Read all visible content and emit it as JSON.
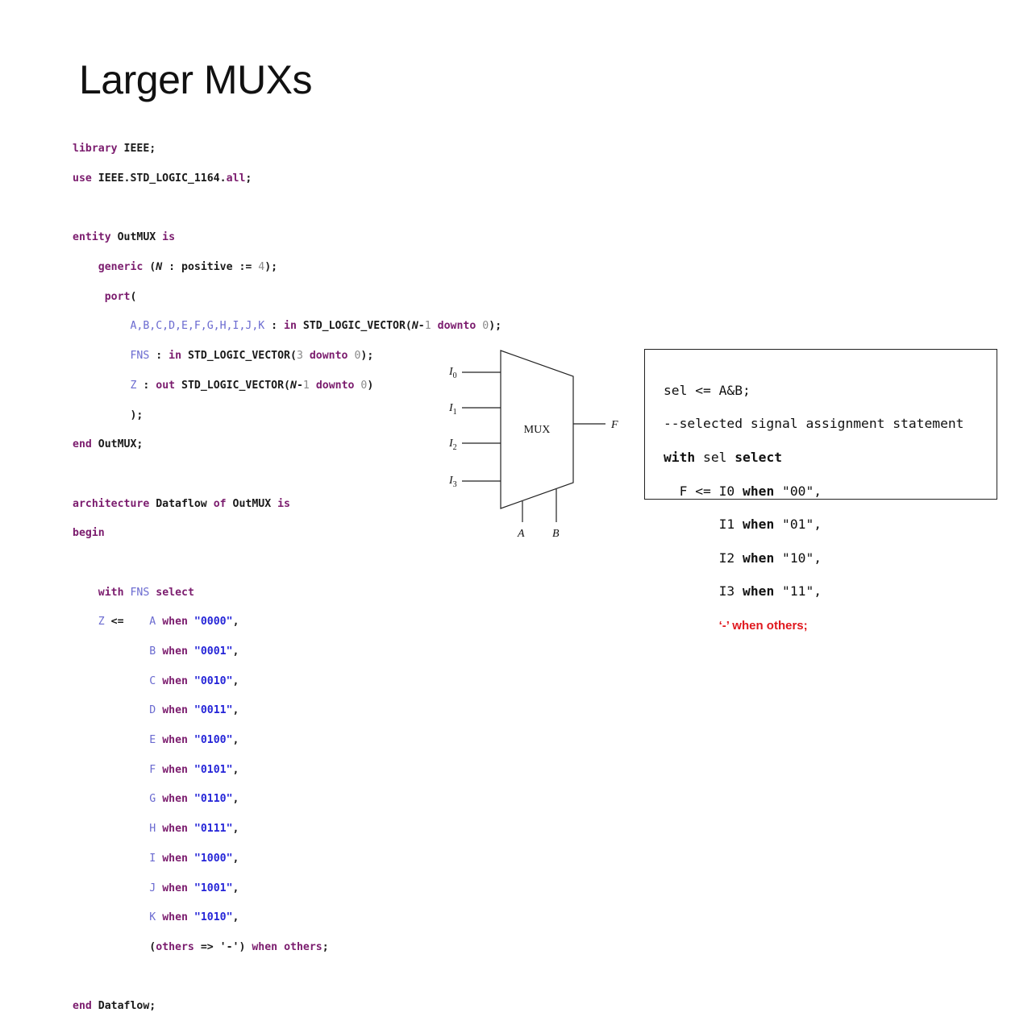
{
  "title": "Larger MUXs",
  "vhdl": {
    "l1_kw": "library",
    "l1_rest": " IEEE;",
    "l2_kw": "use",
    "l2_mid": " IEEE.STD_LOGIC_1164.",
    "l2_all": "all",
    "l2_end": ";",
    "l4_kw": "entity",
    "l4_name": " OutMUX ",
    "l4_is": "is",
    "l5_kw": "generic",
    "l5_a": " (",
    "l5_n": "N",
    "l5_b": " : positive := ",
    "l5_num": "4",
    "l5_c": ");",
    "l6_kw": "port",
    "l6_rest": "(",
    "l7_ids": "A,B,C,D,E,F,G,H,I,J,K",
    "l7_colon": " : ",
    "l7_in": "in",
    "l7_type": " STD_LOGIC_VECTOR(",
    "l7_n": "N",
    "l7_minus": "-",
    "l7_one": "1",
    "l7_sp": " ",
    "l7_downto": "downto",
    "l7_sp2": " ",
    "l7_zero": "0",
    "l7_end": ");",
    "l8_id": "FNS",
    "l8_colon": " : ",
    "l8_in": "in",
    "l8_type": " STD_LOGIC_VECTOR(",
    "l8_three": "3",
    "l8_sp": " ",
    "l8_downto": "downto",
    "l8_sp2": " ",
    "l8_zero": "0",
    "l8_end": ");",
    "l9_id": "Z",
    "l9_colon": " : ",
    "l9_out": "out",
    "l9_type": " STD_LOGIC_VECTOR(",
    "l9_n": "N",
    "l9_minus": "-",
    "l9_one": "1",
    "l9_sp": " ",
    "l9_downto": "downto",
    "l9_sp2": " ",
    "l9_zero": "0",
    "l9_end": ")",
    "l10": ");",
    "l11_kw": "end",
    "l11_rest": " OutMUX;",
    "l13_kw": "architecture",
    "l13_name": " Dataflow ",
    "l13_of": "of",
    "l13_ent": " OutMUX ",
    "l13_is": "is",
    "l14_kw": "begin",
    "l16_with": "with",
    "l16_sp": " ",
    "l16_fns": "FNS",
    "l16_sp2": " ",
    "l16_select": "select",
    "l17_z": "Z",
    "l17_arrow": " <=    ",
    "when": "when",
    "others_open": "(",
    "others_kw": "others",
    "others_mid": " => '-') ",
    "others_when": "when",
    "others_sp": " ",
    "others_kw2": "others",
    "others_end": ";",
    "l_end_kw": "end",
    "l_end_rest": " Dataflow;"
  },
  "cases": [
    {
      "id": "A",
      "val": "\"0000\"",
      "sep": ","
    },
    {
      "id": "B",
      "val": "\"0001\"",
      "sep": ","
    },
    {
      "id": "C",
      "val": "\"0010\"",
      "sep": ","
    },
    {
      "id": "D",
      "val": "\"0011\"",
      "sep": ","
    },
    {
      "id": "E",
      "val": "\"0100\"",
      "sep": ","
    },
    {
      "id": "F",
      "val": "\"0101\"",
      "sep": ","
    },
    {
      "id": "G",
      "val": "\"0110\"",
      "sep": ","
    },
    {
      "id": "H",
      "val": "\"0111\"",
      "sep": ","
    },
    {
      "id": "I",
      "val": "\"1000\"",
      "sep": ","
    },
    {
      "id": "J",
      "val": "\"1001\"",
      "sep": ","
    },
    {
      "id": "K",
      "val": "\"1010\"",
      "sep": ","
    }
  ],
  "mux": {
    "label": "MUX",
    "output": "F",
    "inputs": [
      {
        "base": "I",
        "sub": "0"
      },
      {
        "base": "I",
        "sub": "1"
      },
      {
        "base": "I",
        "sub": "2"
      },
      {
        "base": "I",
        "sub": "3"
      }
    ],
    "select_a": "A",
    "select_b": "B"
  },
  "box": {
    "l1": "sel <= A&B;",
    "l2": "--selected signal assignment statement",
    "l3_with": "with",
    "l3_mid": " sel ",
    "l3_select": "select",
    "l4_a": "  F <= I0 ",
    "l4_when": "when",
    "l4_b": " \"00\",",
    "l5_a": "       I1 ",
    "l5_when": "when",
    "l5_b": " \"01\",",
    "l6_a": "       I2 ",
    "l6_when": "when",
    "l6_b": " \"10\",",
    "l7_a": "       I3 ",
    "l7_when": "when",
    "l7_b": " \"11\",",
    "l8_indent": "       ",
    "l8_red": "‘-’ when others;"
  },
  "colors": {
    "keyword": "#7b1c6e",
    "string": "#2525d8",
    "identifier": "#6a6ad0",
    "number": "#8a8a8a",
    "highlight_red": "#e0181e"
  }
}
